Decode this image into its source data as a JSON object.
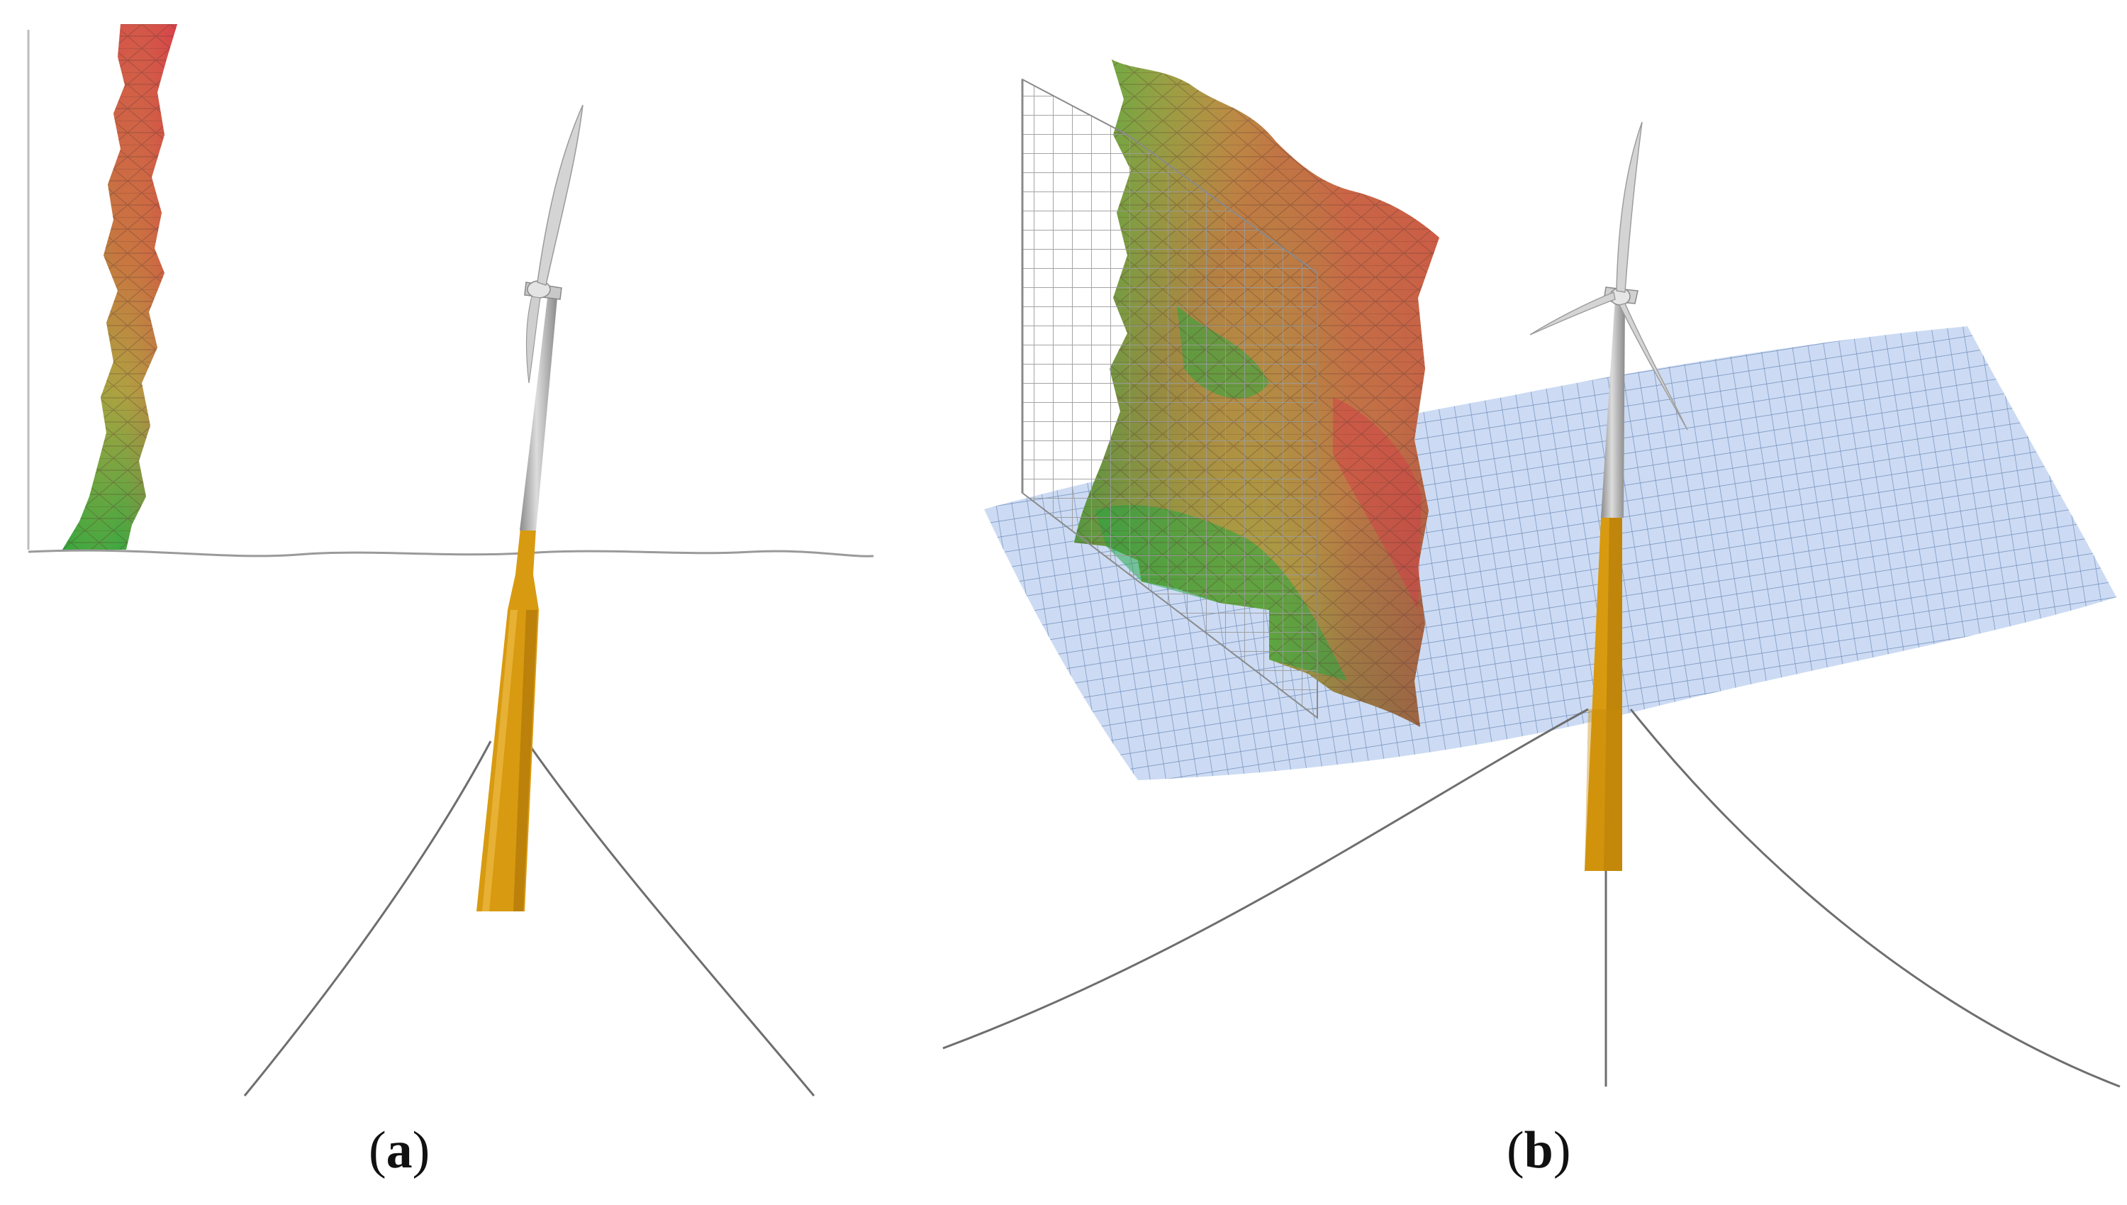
{
  "panels": [
    {
      "id": "a",
      "caption": {
        "open": "(",
        "letter": "a",
        "close": ")"
      }
    },
    {
      "id": "b",
      "caption": {
        "open": "(",
        "letter": "b",
        "close": ")"
      }
    }
  ],
  "colors": {
    "wind_field_high": "#d8404a",
    "wind_field_mid": "#c8a846",
    "wind_field_low": "#1aa840",
    "sea_surface": "#c8d8f0",
    "sea_grid_lines": "#6a88b8",
    "tower_upper": "#b4b4b4",
    "floater": "#d89a10",
    "mooring_lines": "#6e6e6e",
    "inflow_grid": "#9a9a9a"
  }
}
